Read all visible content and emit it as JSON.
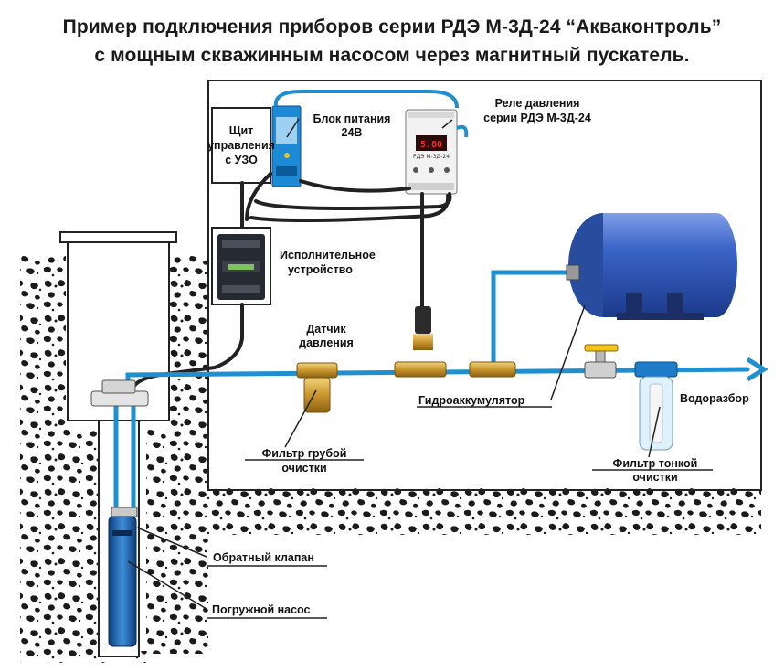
{
  "title": {
    "line1": "Пример подключения приборов серии РДЭ М-3Д-24  “Акваконтроль”",
    "line2": "с мощным скважинным насосом через магнитный пускатель."
  },
  "labels": {
    "panel": [
      "Щит",
      "управления",
      "с УЗО"
    ],
    "psu": [
      "Блок питания",
      "24В"
    ],
    "relay": [
      "Реле давления",
      "серии РДЭ М-3Д-24"
    ],
    "actuator": [
      "Исполнительное",
      "устройство"
    ],
    "sensor": [
      "Датчик",
      "давления"
    ],
    "accumulator": "Гидроаккумулятор",
    "outlet": "Водоразбор",
    "coarse_filter": [
      "Фильтр грубой",
      "очистки"
    ],
    "fine_filter": [
      "Фильтр тонкой",
      "очистки"
    ],
    "check_valve": "Обратный клапан",
    "pump": "Погружной насос"
  },
  "device_text": {
    "relay_display": "5.80",
    "relay_model": "РДЭ М-3Д-24"
  },
  "colors": {
    "pipe": "#1f8fd0",
    "tank": "#2b57b8",
    "ground": "#1b1b1b",
    "cable": "#222222"
  }
}
